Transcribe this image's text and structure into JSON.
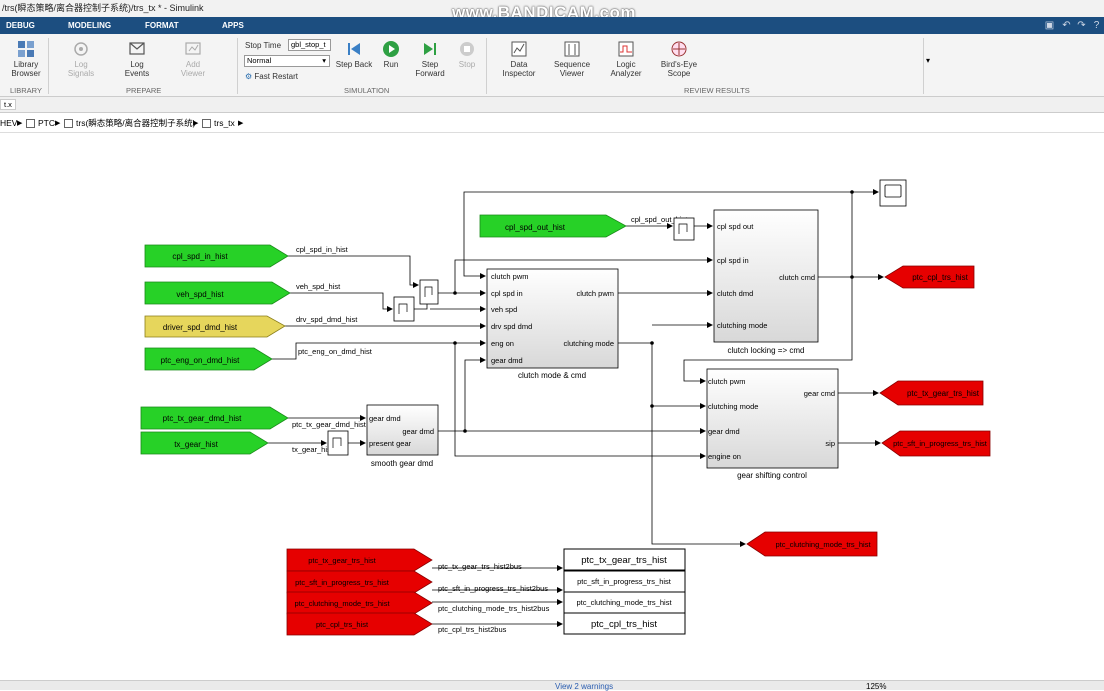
{
  "window": {
    "title": "/trs(瞬态策略/离合器控制子系统)/trs_tx * - Simulink",
    "watermark": "www.BANDICAM.com"
  },
  "menu": [
    "DEBUG",
    "MODELING",
    "FORMAT",
    "APPS"
  ],
  "ribbon": {
    "library_browser": "Library Browser",
    "log_signals": "Log Signals",
    "log_events": "Log Events",
    "add_viewer": "Add Viewer",
    "stop_time_label": "Stop Time",
    "stop_time_value": "gbl_stop_t",
    "sim_mode": "Normal",
    "fast_restart": "Fast Restart",
    "step_back": "Step Back",
    "run": "Run",
    "step_forward": "Step Forward",
    "stop": "Stop",
    "data_inspector": "Data Inspector",
    "sequence_viewer": "Sequence Viewer",
    "logic_analyzer": "Logic Analyzer",
    "birds_eye": "Bird's-Eye Scope",
    "sections": {
      "library": "LIBRARY",
      "prepare": "PREPARE",
      "simulation": "SIMULATION",
      "review": "REVIEW RESULTS"
    }
  },
  "tab": "t.x",
  "breadcrumb": [
    "HEV",
    "PTC",
    "trs(瞬态策略/离合器控制子系统)",
    "trs_tx"
  ],
  "diagram": {
    "inports": {
      "cpl_spd_in": "cpl_spd_in_hist",
      "veh_spd": "veh_spd_hist",
      "driver_spd": "driver_spd_dmd_hist",
      "eng_on": "ptc_eng_on_dmd_hist",
      "cpl_spd_out": "cpl_spd_out_hist",
      "gear_dmd": "ptc_tx_gear_dmd_hist",
      "tx_gear": "tx_gear_hist",
      "b_gear_trs": "ptc_tx_gear_trs_hist",
      "b_sft": "ptc_sft_in_progress_trs_hist",
      "b_clutching": "ptc_clutching_mode_trs_hist",
      "b_cpl": "ptc_cpl_trs_hist"
    },
    "outports": {
      "cpl_trs": "ptc_cpl_trs_hist",
      "gear_trs": "ptc_tx_gear_trs_hist",
      "sft": "ptc_sft_in_progress_trs_hist",
      "clutching": "ptc_clutching_mode_trs_hist"
    },
    "signals": {
      "cpl_spd_in": "cpl_spd_in_hist",
      "veh_spd": "veh_spd_hist",
      "drv_spd": "drv_spd_dmd_hist",
      "eng_on": "ptc_eng_on_dmd_hist",
      "cpl_spd_out": "cpl_spd_out_hist",
      "gear_dmd": "ptc_tx_gear_dmd_hist",
      "tx_gear": "tx_gear_hist",
      "b1": "ptc_tx_gear_trs_hist2bus",
      "b2": "ptc_sft_in_progress_trs_hist2bus",
      "b3": "ptc_clutching_mode_trs_hist2bus",
      "b4": "ptc_cpl_trs_hist2bus"
    },
    "clutch_mode": {
      "name": "clutch mode & cmd",
      "ports": [
        "clutch pwm",
        "cpl spd in",
        "veh spd",
        "drv spd dmd",
        "eng on",
        "gear dmd"
      ],
      "out_pwm": "clutch pwm",
      "out_mode": "clutching mode"
    },
    "clutch_locking": {
      "name": "clutch locking => cmd",
      "ports": [
        "cpl spd out",
        "cpl spd in",
        "clutch dmd",
        "clutching mode"
      ],
      "out": "clutch cmd"
    },
    "gear_shifting": {
      "name": "gear shifting control",
      "ports": [
        "clutch pwm",
        "clutching mode",
        "gear dmd",
        "engine on"
      ],
      "out_cmd": "gear cmd",
      "out_sip": "sip"
    },
    "smooth_gear": {
      "name": "smooth gear dmd",
      "ports": [
        "gear dmd",
        "present gear"
      ],
      "out": "gear dmd"
    },
    "goto_blocks": [
      "ptc_tx_gear_trs_hist",
      "ptc_sft_in_progress_trs_hist",
      "ptc_clutching_mode_trs_hist",
      "ptc_cpl_trs_hist"
    ]
  },
  "status": {
    "warnings": "View 2 warnings",
    "zoom": "125%"
  },
  "colors": {
    "green": "#27d127",
    "yellow": "#e6d65c",
    "red": "#e60000",
    "menubar": "#1c4e80"
  }
}
